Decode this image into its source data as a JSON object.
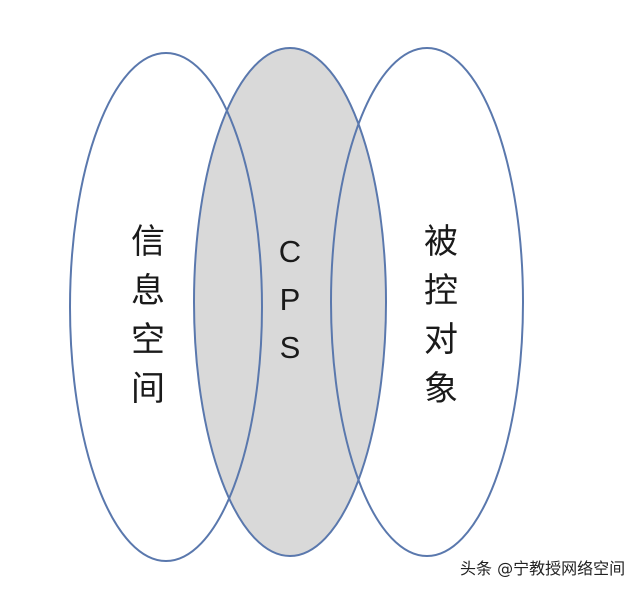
{
  "diagram": {
    "left_label": "信息空间",
    "center_label": "CPS",
    "right_label": "被控对象"
  },
  "colors": {
    "outline": "#5a78ad",
    "overlap_fill": "#d9d9d9",
    "background": "#ffffff"
  },
  "watermark": "头条 @宁教授网络空间"
}
